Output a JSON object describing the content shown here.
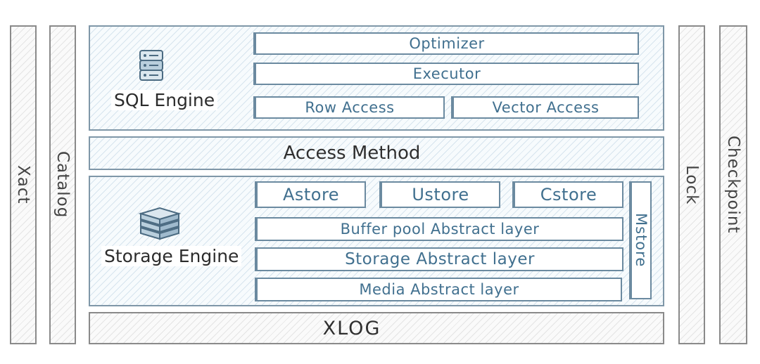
{
  "side_columns": {
    "xact": "Xact",
    "catalog": "Catalog",
    "lock": "Lock",
    "checkpoint": "Checkpoint"
  },
  "sql_engine": {
    "label": "SQL Engine",
    "optimizer": "Optimizer",
    "executor": "Executor",
    "row_access": "Row Access",
    "vector_access": "Vector Access"
  },
  "access_method": "Access Method",
  "storage_engine": {
    "label": "Storage Engine",
    "astore": "Astore",
    "ustore": "Ustore",
    "cstore": "Cstore",
    "mstore": "Mstore",
    "buffer_pool": "Buffer pool Abstract layer",
    "storage_abstract": "Storage Abstract layer",
    "media_abstract": "Media Abstract layer"
  },
  "xlog": "XLOG",
  "icons": [
    "database-icon",
    "server-stack-icon"
  ],
  "colors": {
    "accent": "#41708f",
    "border": "#7f97a8",
    "gray": "#8a8a8a"
  }
}
